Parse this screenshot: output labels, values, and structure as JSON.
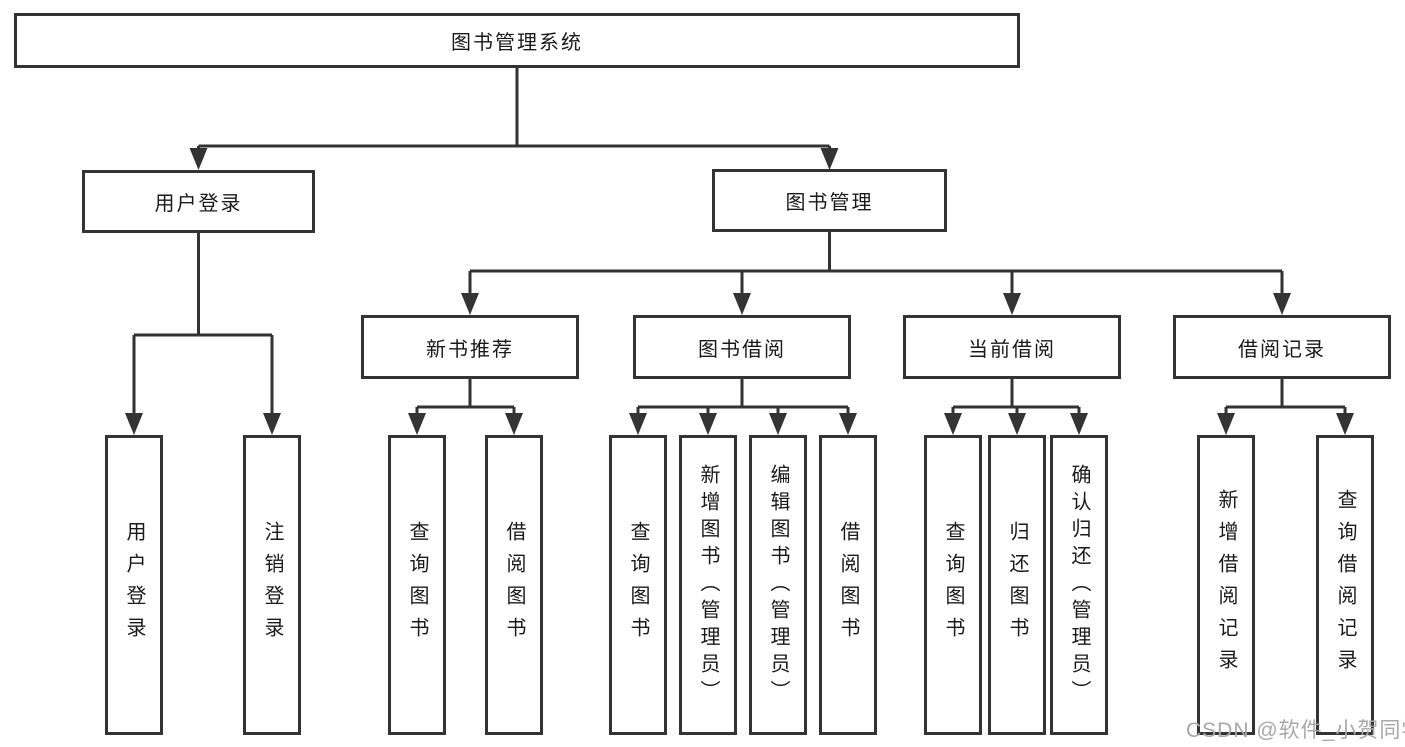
{
  "diagram_type": "hierarchy-tree",
  "tree": {
    "label": "图书管理系统",
    "children": [
      {
        "label": "用户登录",
        "children": [
          {
            "label": "用户登录"
          },
          {
            "label": "注销登录"
          }
        ]
      },
      {
        "label": "图书管理",
        "children": [
          {
            "label": "新书推荐",
            "children": [
              {
                "label": "查询图书"
              },
              {
                "label": "借阅图书"
              }
            ]
          },
          {
            "label": "图书借阅",
            "children": [
              {
                "label": "查询图书"
              },
              {
                "label": "新增图书（管理员）"
              },
              {
                "label": "编辑图书（管理员）"
              },
              {
                "label": "借阅图书"
              }
            ]
          },
          {
            "label": "当前借阅",
            "children": [
              {
                "label": "查询图书"
              },
              {
                "label": "归还图书"
              },
              {
                "label": "确认归还（管理员）"
              }
            ]
          },
          {
            "label": "借阅记录",
            "children": [
              {
                "label": "新增借阅记录"
              },
              {
                "label": "查询借阅记录"
              }
            ]
          }
        ]
      }
    ]
  },
  "watermark": "CSDN @软件_小贺同学",
  "colors": {
    "line": "#333333",
    "text": "#1a1a1a",
    "watermark": "#a8a8a8",
    "background": "#ffffff"
  }
}
